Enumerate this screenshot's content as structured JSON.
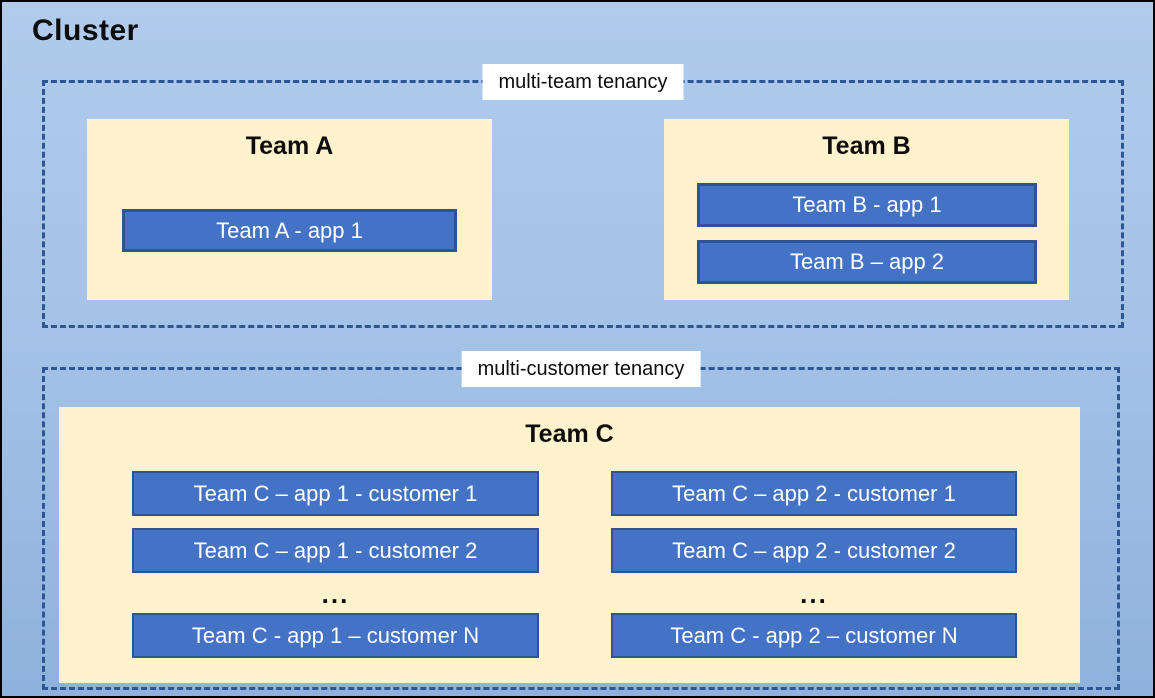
{
  "cluster": {
    "title": "Cluster"
  },
  "zones": [
    {
      "label": "multi-team tenancy",
      "teams": [
        {
          "name": "Team A",
          "apps": [
            "Team A - app 1"
          ]
        },
        {
          "name": "Team B",
          "apps": [
            "Team B - app 1",
            "Team B – app 2"
          ]
        }
      ]
    },
    {
      "label": "multi-customer tenancy",
      "teams": [
        {
          "name": "Team C",
          "columns": [
            [
              "Team C – app 1 - customer 1",
              "Team C – app 1 - customer 2",
              "...",
              "Team C - app 1 – customer N"
            ],
            [
              "Team C – app 2 - customer 1",
              "Team C – app 2 - customer 2",
              "...",
              "Team C - app 2 – customer N"
            ]
          ]
        }
      ]
    }
  ],
  "colors": {
    "background_top": "#b0cbec",
    "background_bottom": "#8eb2dd",
    "outer_border": "#000000",
    "dashed_border": "#2e5595",
    "team_fill": "#fff2cc",
    "app_fill": "#4472c4",
    "app_border": "#2f5496",
    "app_text": "#ffffff",
    "label_background": "#ffffff",
    "text": "#0d0d0d"
  }
}
